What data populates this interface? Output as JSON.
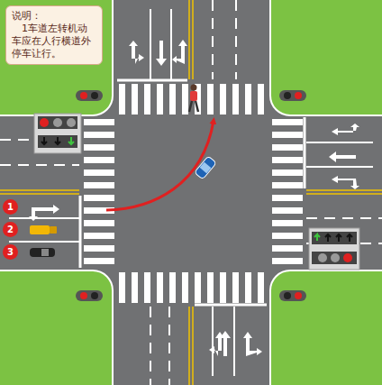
{
  "diagram": {
    "nodes": [
      {
        "text": [
          "说明：",
          "1车道左转机动车应在人行横道外停车让行。"
        ]
      },
      {
        "text": [
          "1"
        ]
      },
      {
        "text": [
          "2"
        ]
      },
      {
        "text": [
          "3"
        ]
      }
    ]
  }
}
